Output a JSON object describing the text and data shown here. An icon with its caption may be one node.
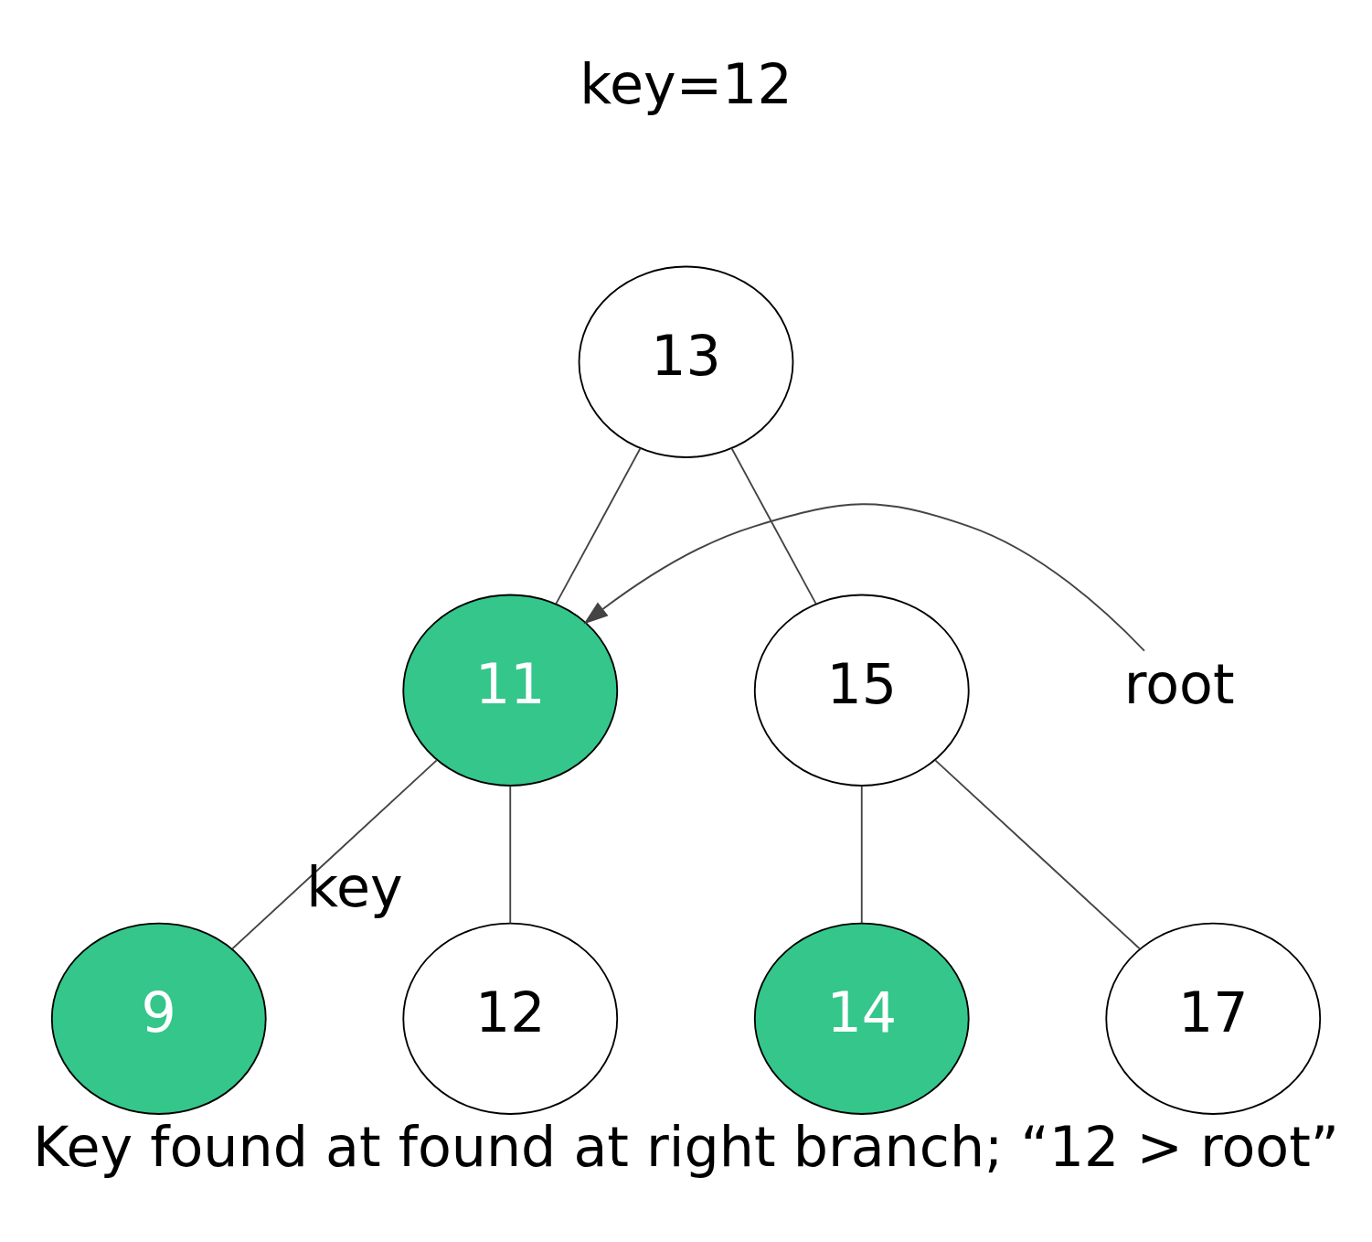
{
  "diagram": {
    "caption": "Key found at found at right branch; “12 > root”",
    "nodes": [
      {
        "text": [
          "13"
        ]
      },
      {
        "text": [
          "11"
        ]
      },
      {
        "text": [
          "15"
        ]
      },
      {
        "text": [
          "9"
        ]
      },
      {
        "text": [
          "12"
        ],
        "beside": [
          "key"
        ]
      },
      {
        "text": [
          "14"
        ]
      },
      {
        "text": [
          "17"
        ]
      },
      {
        "text": [
          "root"
        ]
      }
    ],
    "edges": [
      {
        "from": 0,
        "to": 1,
        "arrow": "none"
      },
      {
        "from": 0,
        "to": 2,
        "arrow": "none"
      },
      {
        "from": 1,
        "to": 3,
        "arrow": "none"
      },
      {
        "from": 1,
        "to": 4,
        "arrow": "none"
      },
      {
        "from": 2,
        "to": 5,
        "arrow": "none"
      },
      {
        "from": 2,
        "to": 6,
        "arrow": "none"
      },
      {
        "from": 7,
        "to": 1,
        "arrow": "to"
      }
    ],
    "labels": [
      "key=12"
    ]
  }
}
